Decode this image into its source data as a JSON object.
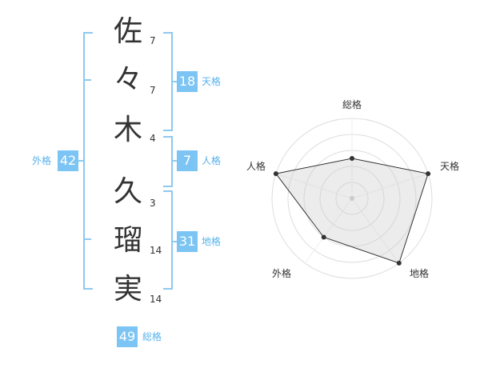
{
  "name_chars": [
    {
      "char": "佐",
      "strokes": "7"
    },
    {
      "char": "々",
      "strokes": "7"
    },
    {
      "char": "木",
      "strokes": "4"
    },
    {
      "char": "久",
      "strokes": "3"
    },
    {
      "char": "瑠",
      "strokes": "14"
    },
    {
      "char": "実",
      "strokes": "14"
    }
  ],
  "grids": {
    "tenkaku": {
      "value": "18",
      "label": "天格"
    },
    "jinkaku": {
      "value": "7",
      "label": "人格"
    },
    "chikaku": {
      "value": "31",
      "label": "地格"
    },
    "gaikaku": {
      "value": "42",
      "label": "外格"
    },
    "soukaku": {
      "value": "49",
      "label": "総格"
    }
  },
  "radar": {
    "axes": [
      "総格",
      "天格",
      "地格",
      "外格",
      "人格"
    ],
    "levels": 5,
    "values": [
      0.5,
      1.0,
      1.0,
      0.6,
      1.0
    ]
  }
}
